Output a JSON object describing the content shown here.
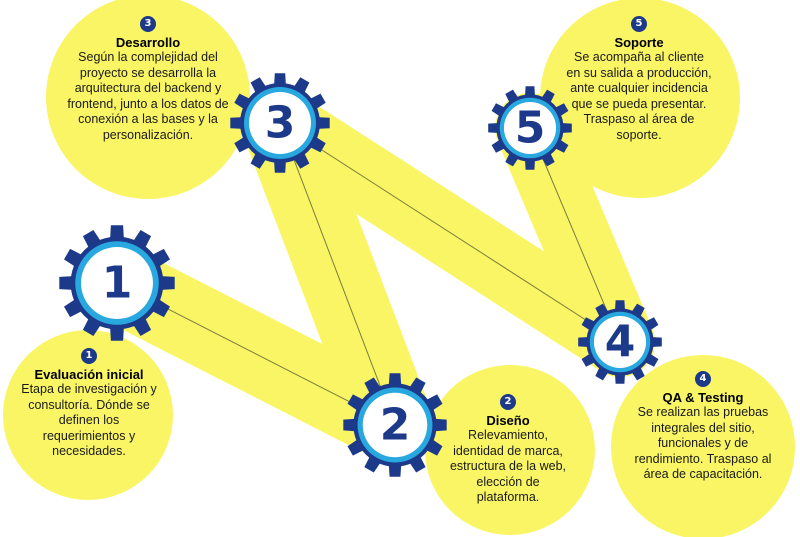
{
  "colors": {
    "yellow": "#f9f565",
    "navy": "#1d3a8a",
    "ring": "#29a8e0"
  },
  "steps": [
    {
      "number": "1",
      "title": "Evaluación inicial",
      "description": "Etapa de investigación y consultoría. Dónde se definen los requerimientos y necesidades."
    },
    {
      "number": "2",
      "title": "Diseño",
      "description": "Relevamiento, identidad de marca, estructura de la web, elección de plataforma."
    },
    {
      "number": "3",
      "title": "Desarrollo",
      "description": "Según la complejidad del proyecto se desarrolla la arquitectura del backend y frontend, junto a los datos de conexión a las bases y la personalización."
    },
    {
      "number": "4",
      "title": "QA & Testing",
      "description": "Se realizan las pruebas integrales del sitio, funcionales y de rendimiento. Traspaso al área de capacitación."
    },
    {
      "number": "5",
      "title": "Soporte",
      "description": "Se acompaña al cliente en su salida a producción, ante cualquier incidencia que se pueda presentar. Traspaso al área de soporte."
    }
  ]
}
